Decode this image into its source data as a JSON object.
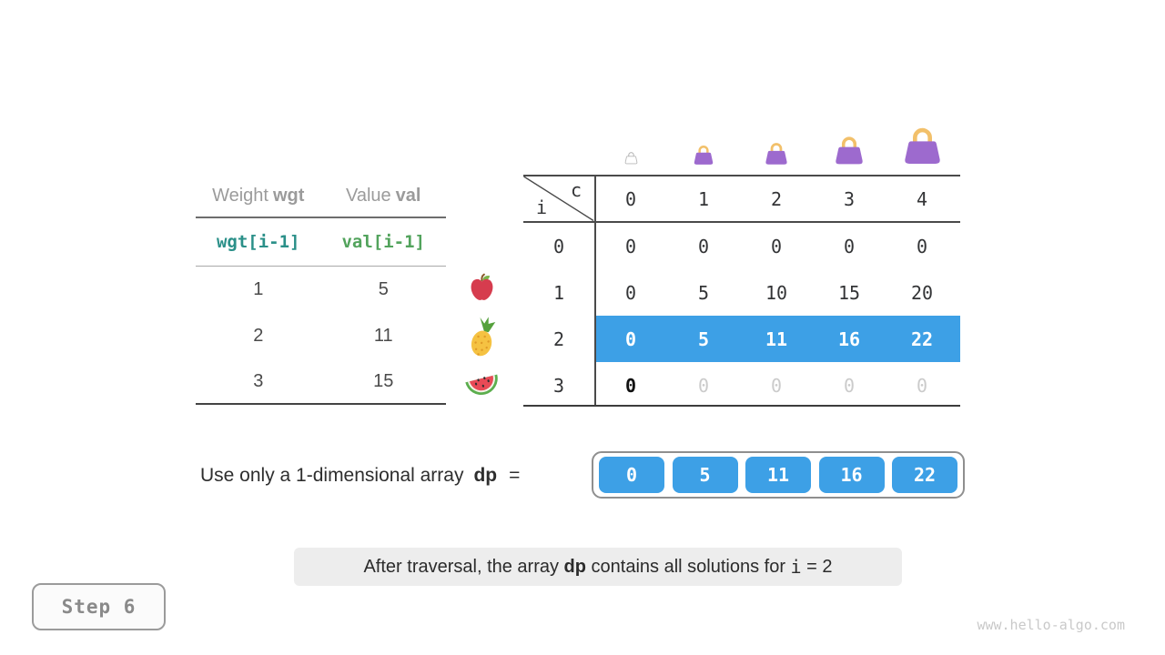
{
  "colors": {
    "highlight_blue": "#3da0e6",
    "wgt_teal": "#2b9089",
    "val_green": "#52a35c",
    "bag_purple": "#9d6ace",
    "bag_handle_orange": "#f2c06a"
  },
  "items_table": {
    "header": {
      "weight_label": "Weight",
      "weight_var": "wgt",
      "value_label": "Value",
      "value_var": "val"
    },
    "subheader": {
      "weight_expr": "wgt[i-1]",
      "value_expr": "val[i-1]"
    },
    "rows": [
      {
        "fruit": "apple",
        "weight": "1",
        "value": "5"
      },
      {
        "fruit": "pineapple",
        "weight": "2",
        "value": "11"
      },
      {
        "fruit": "watermelon",
        "weight": "3",
        "value": "15"
      }
    ]
  },
  "dp_table": {
    "corner": {
      "col_var": "c",
      "row_var": "i"
    },
    "col_headers": [
      "0",
      "1",
      "2",
      "3",
      "4"
    ],
    "bags": [
      "bag-capacity-0",
      "bag-capacity-1",
      "bag-capacity-2",
      "bag-capacity-3",
      "bag-capacity-4"
    ],
    "rows": [
      {
        "header": "0",
        "cells": [
          "0",
          "0",
          "0",
          "0",
          "0"
        ],
        "state": "normal"
      },
      {
        "header": "1",
        "cells": [
          "0",
          "5",
          "10",
          "15",
          "20"
        ],
        "state": "normal"
      },
      {
        "header": "2",
        "cells": [
          "0",
          "5",
          "11",
          "16",
          "22"
        ],
        "state": "highlighted"
      },
      {
        "header": "3",
        "cells": [
          "0",
          "0",
          "0",
          "0",
          "0"
        ],
        "state": "pending-first-cell-updated"
      }
    ]
  },
  "dp_array": {
    "label": "Use only a 1-dimensional array",
    "var_name": "dp",
    "equals": "=",
    "values": [
      "0",
      "5",
      "11",
      "16",
      "22"
    ]
  },
  "caption": {
    "before_var": "After traversal, the array ",
    "var_name": "dp",
    "after_var": " contains all solutions for ",
    "index_var": "i",
    "index_value": " = 2"
  },
  "footer": {
    "step_label": "Step 6",
    "watermark": "www.hello-algo.com"
  }
}
